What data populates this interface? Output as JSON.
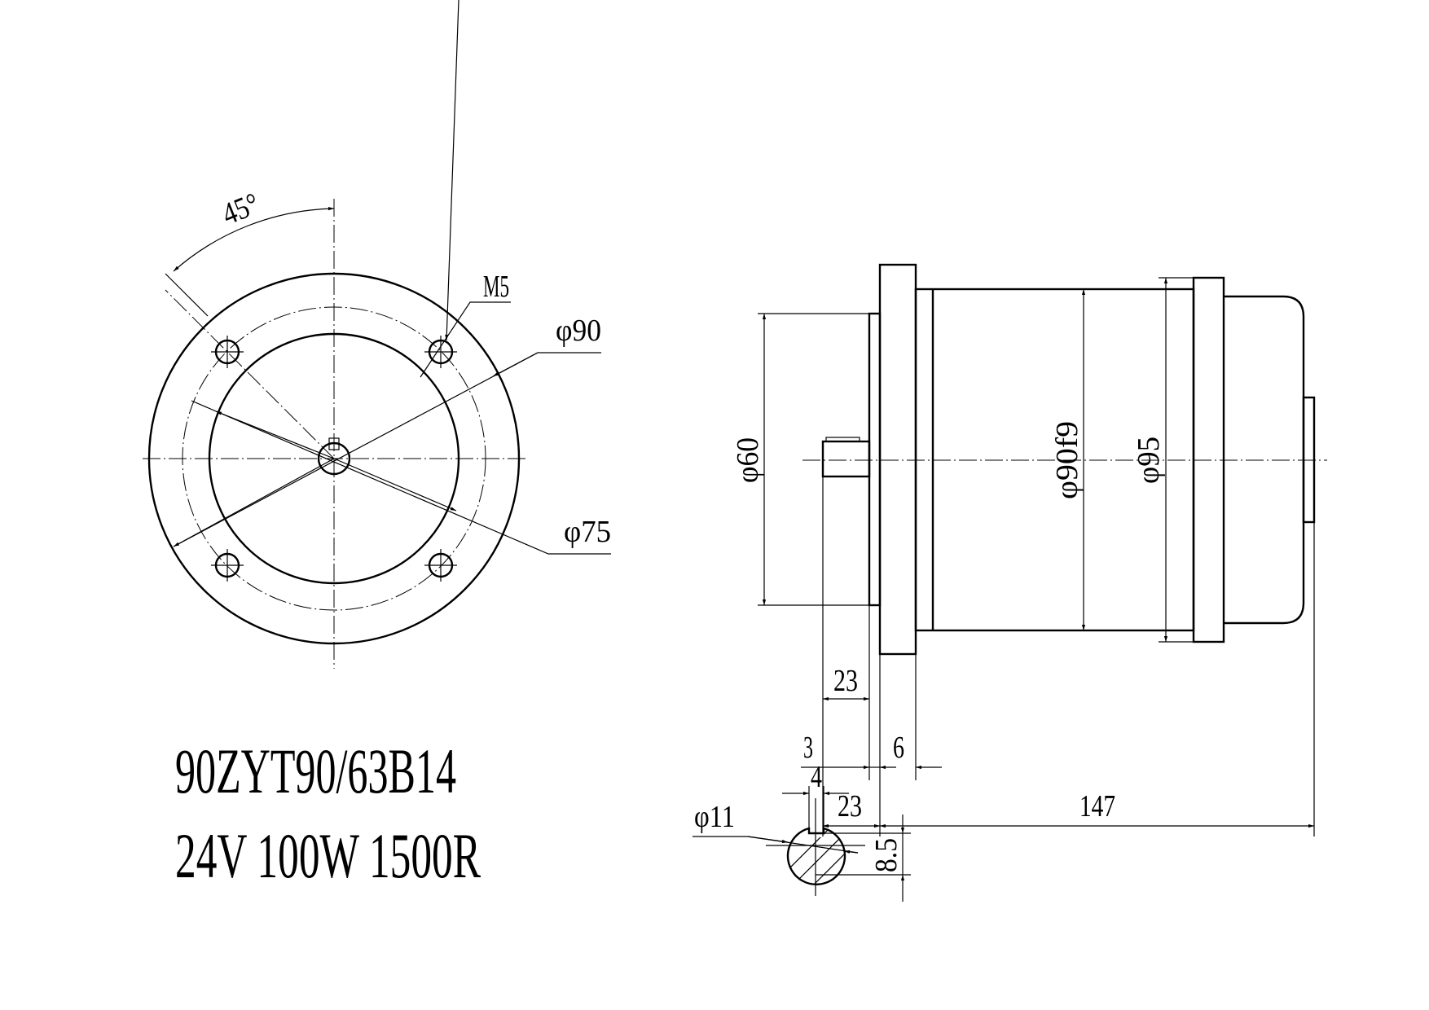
{
  "front_view": {
    "angle_label": "45°",
    "thread_label": "M5",
    "bolt_circle_label": "φ90",
    "pilot_label": "φ75"
  },
  "side_view": {
    "pilot_dia_label": "φ60",
    "body_dia_label": "φ90f9",
    "flange_dia_label": "φ95",
    "shaft_len_label": "23",
    "pilot_len_label": "3",
    "flange_thk_label": "6",
    "shaft_len2_label": "23",
    "body_len_label": "147"
  },
  "shaft_section": {
    "key_width_label": "4",
    "shaft_dia_label": "φ11",
    "key_depth_label": "8.5"
  },
  "title_block": {
    "model": "90ZYT90/63B14",
    "spec": "24V 100W 1500R"
  }
}
